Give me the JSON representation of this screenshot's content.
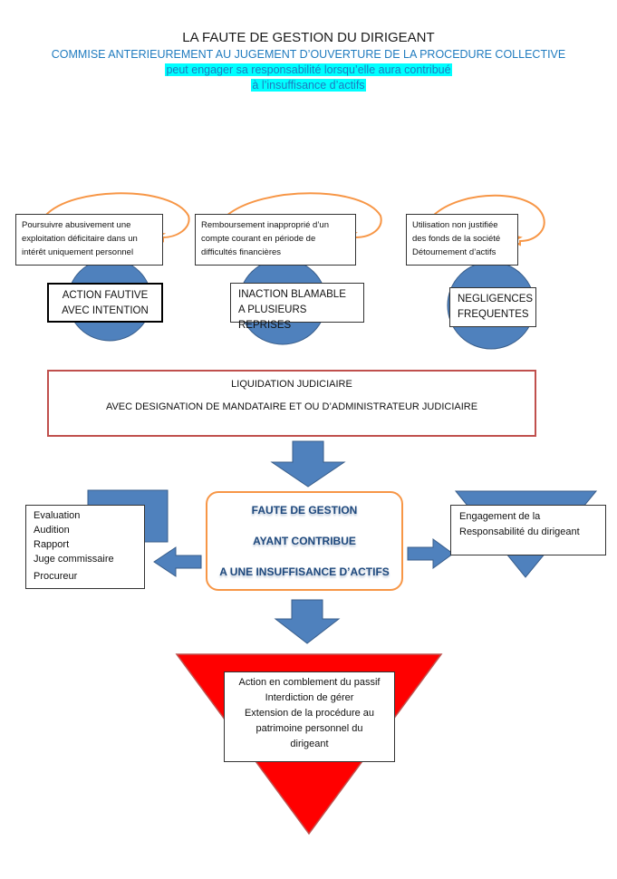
{
  "header": {
    "title": "LA FAUTE DE GESTION  DU DIRIGEANT",
    "subtitle": "COMMISE ANTERIEUREMENT AU JUGEMENT D’OUVERTURE DE LA PROCEDURE COLLECTIVE",
    "highlight_line1": "peut engager sa responsabilité lorsqu’elle  aura contribué",
    "highlight_line2": "à l’insuffisance d’actifs"
  },
  "colors": {
    "title_blue": "#1f7bbf",
    "highlight": "#00ffff",
    "shape_blue": "#4f81bd",
    "orange": "#f79646",
    "red_frame": "#c0504d",
    "red_triangle": "#ff0000",
    "text_navy": "#1f497d"
  },
  "faults": [
    {
      "description": [
        "Poursuivre abusivement une",
        "exploitation  déficitaire dans un",
        "intérêt uniquement personnel"
      ],
      "category": [
        "ACTION  FAUTIVE",
        "AVEC  INTENTION"
      ]
    },
    {
      "description": [
        "Remboursement  inapproprié  d’un",
        "compte courant en période de",
        "difficultés financières"
      ],
      "category": [
        "INACTION BLAMABLE",
        "A PLUSIEURS REPRISES"
      ]
    },
    {
      "description": [
        "Utilisation non justifiée",
        "des fonds de la société",
        "Détournement d’actifs"
      ],
      "category": [
        "NEGLIGENCES",
        "FREQUENTES"
      ]
    }
  ],
  "liquidation": {
    "line1": "LIQUIDATION JUDICIAIRE",
    "line2": "AVEC DESIGNATION  DE MANDATAIRE ET OU D’ADMINISTRATEUR JUDICIAIRE"
  },
  "center": {
    "line1": "FAUTE DE GESTION",
    "line2": "AYANT CONTRIBUE",
    "line3": "A UNE INSUFFISANCE D’ACTIFS"
  },
  "procedure_list": [
    "Evaluation",
    "Audition",
    "Rapport",
    "Juge commissaire",
    "Procureur"
  ],
  "engagement": [
    "Engagement de la",
    "Responsabilité du dirigeant"
  ],
  "sanctions": [
    "Action en comblement du passif",
    "Interdiction de gérer",
    "Extension de la procédure au",
    "patrimoine personnel du",
    "dirigeant"
  ]
}
